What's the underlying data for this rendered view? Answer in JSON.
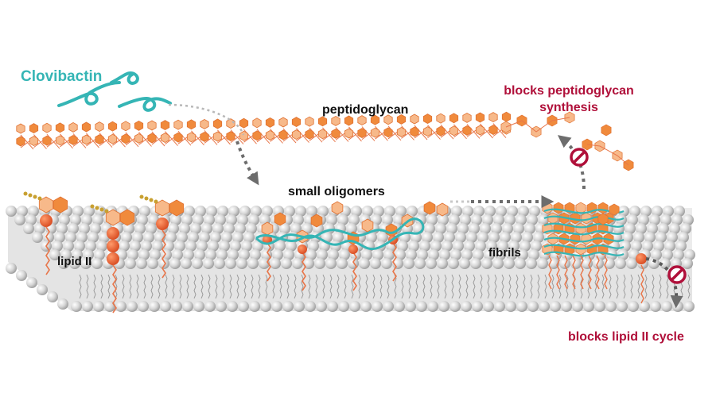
{
  "labels": {
    "clovibactin": "Clovibactin",
    "peptidoglycan": "peptidoglycan",
    "small_oligomers": "small oligomers",
    "lipid_ii": "lipid II",
    "fibrils": "fibrils",
    "blocks_pg_line1": "blocks peptidoglycan",
    "blocks_pg_line2": "synthesis",
    "blocks_lipid_cycle": "blocks lipid II cycle"
  },
  "colors": {
    "clovibactin": "#35b5b5",
    "block_text": "#b0103a",
    "sugar": "#f08a3c",
    "sugar_light": "#f7b98a",
    "membrane": "#c9c9c9",
    "prohibit": "#b0103a",
    "arrow": "#707070"
  },
  "icons": {
    "block_a": "prohibition-icon",
    "block_b": "prohibition-icon"
  }
}
